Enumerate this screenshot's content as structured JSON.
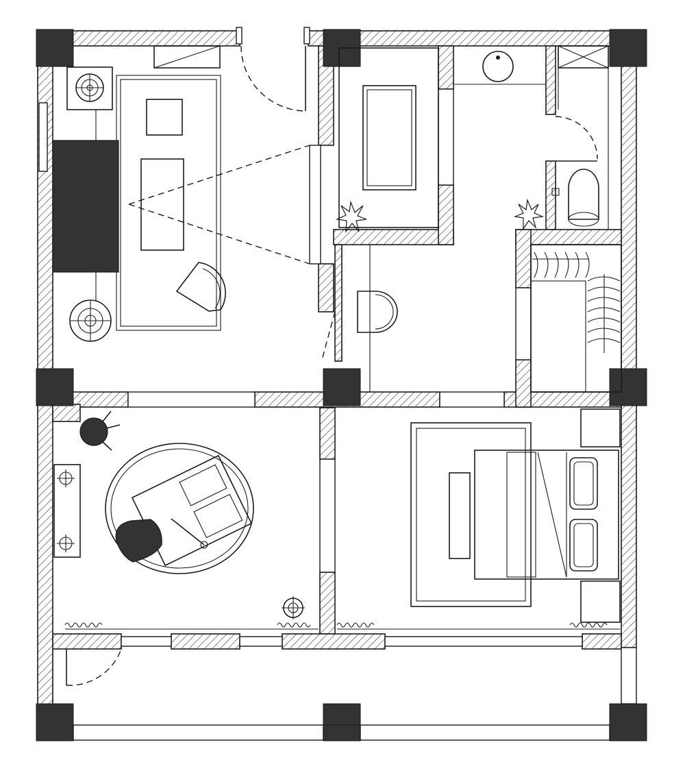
{
  "diagram": {
    "type": "architectural-floor-plan",
    "rooms": [
      {
        "id": "living-room",
        "furniture": [
          "sofa",
          "coffee-table",
          "tv-cabinet",
          "armchair",
          "side-table",
          "floor-lamp",
          "ottoman"
        ]
      },
      {
        "id": "bathroom",
        "furniture": [
          "bathtub",
          "basin",
          "plant"
        ]
      },
      {
        "id": "toilet-room",
        "furniture": [
          "toilet"
        ]
      },
      {
        "id": "powder-room",
        "furniture": [
          "toilet"
        ]
      },
      {
        "id": "walk-in-closet",
        "furniture": [
          "hanging-rail"
        ]
      },
      {
        "id": "study",
        "furniture": [
          "round-rug",
          "desk",
          "chair",
          "lamp",
          "cabinet"
        ]
      },
      {
        "id": "bedroom",
        "furniture": [
          "double-bed",
          "rug",
          "bench",
          "nightstands",
          "pillows"
        ]
      },
      {
        "id": "balcony",
        "furniture": []
      }
    ],
    "colors": {
      "line": "#1a1a1a",
      "column": "#333333",
      "background": "#ffffff"
    }
  }
}
